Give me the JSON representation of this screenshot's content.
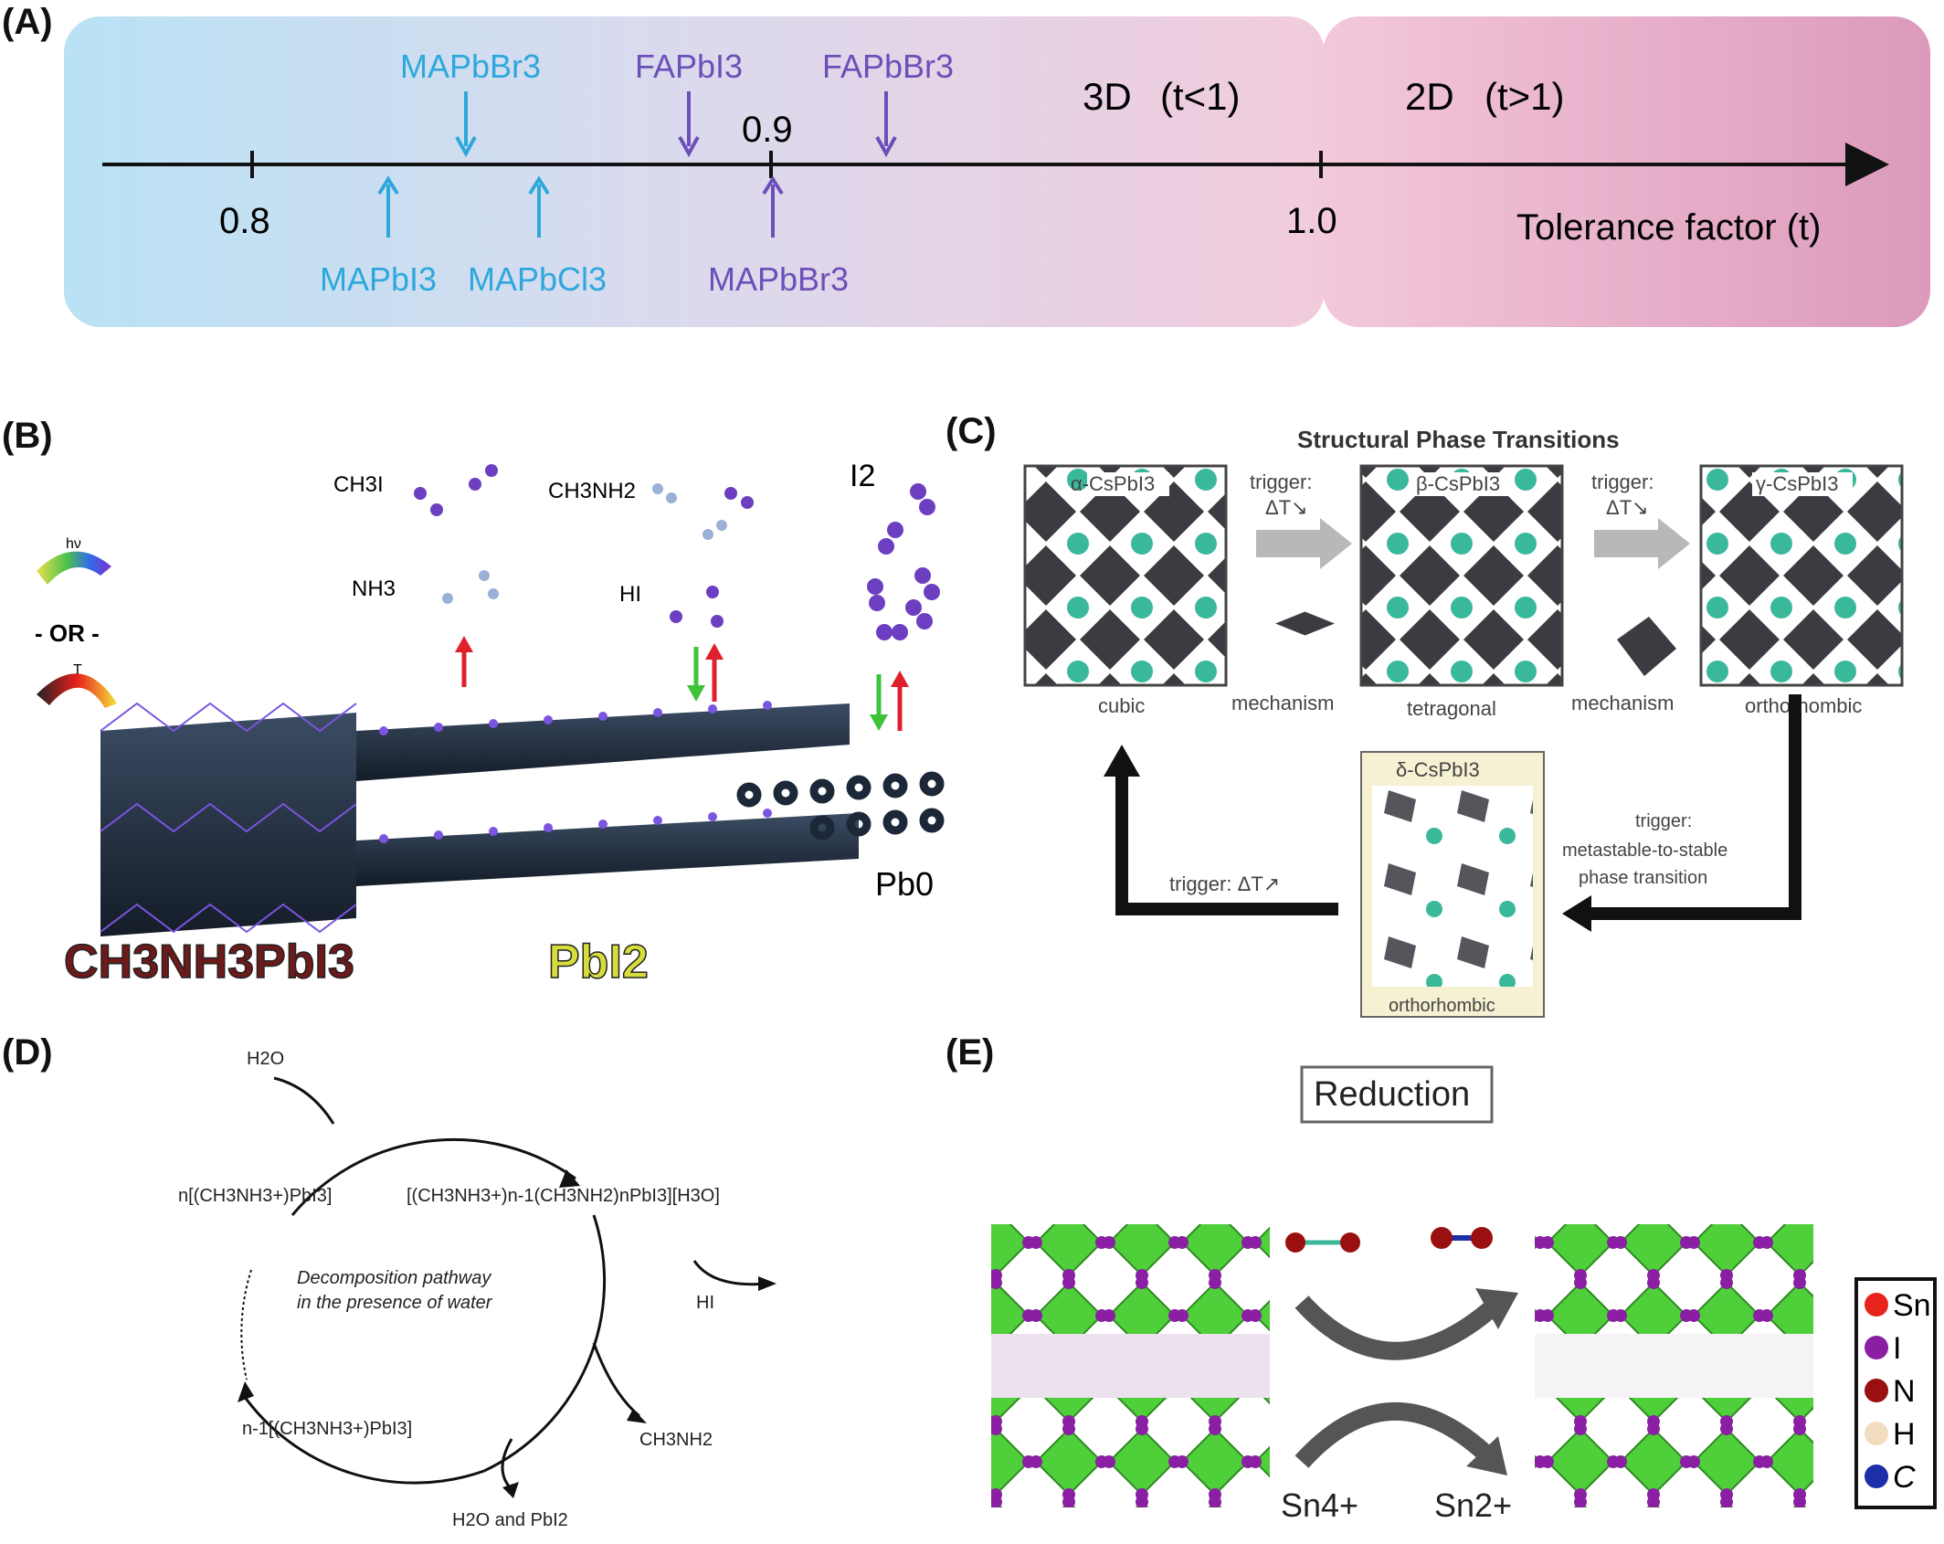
{
  "panels": {
    "a": "(A)",
    "b": "(B)",
    "c": "(C)",
    "d": "(D)",
    "e": "(E)"
  },
  "panel_a": {
    "region_3d": "3D",
    "region_3d_cond": "(t<1)",
    "region_2d": "2D",
    "region_2d_cond": "(t>1)",
    "tick_08": "0.8",
    "tick_09": "0.9",
    "tick_10": "1.0",
    "axis_label": "Tolerance factor (t)",
    "top_labels": [
      "MAPbBr3",
      "FAPbI3",
      "FAPbBr3"
    ],
    "bottom_labels": [
      "MAPbI3",
      "MAPbCl3",
      "MAPbBr3"
    ],
    "colors": {
      "cyan": "#2ea8dc",
      "purple": "#6c4fb8",
      "blue_bg": "#bfe3f3",
      "pink_bg": "#e6a9c4"
    }
  },
  "panel_b": {
    "hv": "hν",
    "or": "- OR -",
    "t": "T",
    "ch3i": "CH3I",
    "ch3nh2": "CH3NH2",
    "i2": "I2",
    "nh3": "NH3",
    "hi": "HI",
    "pb0": "Pb0",
    "mapi": "CH3NH3PbI3",
    "pbi2": "PbI2"
  },
  "panel_c": {
    "title": "Structural Phase Transitions",
    "alpha": "α-CsPbI3",
    "beta": "β-CsPbI3",
    "gamma": "γ-CsPbI3",
    "delta": "δ-CsPbI3",
    "cubic": "cubic",
    "tetragonal": "tetragonal",
    "orthorhombic": "orthorhombic",
    "orthorhombic2": "orthorhombic",
    "trigger": "trigger:",
    "dt_down": "ΔT↘",
    "mechanism": "mechanism",
    "trigger_meta": "trigger:",
    "meta1": "metastable-to-stable",
    "meta2": "phase transition",
    "trigger_up": "trigger: ΔT↗"
  },
  "panel_d": {
    "h2o": "H2O",
    "left_species": "n[(CH3NH3+)PbI3]",
    "right_species": "[(CH3NH3+)n-1(CH3NH2)nPbI3][H3O]",
    "center1": "Decomposition pathway",
    "center2": "in the presence of water",
    "hi": "HI",
    "ch3nh2": "CH3NH2",
    "bottom_left": "n-1[(CH3NH3+)PbI3]",
    "bottom": "H2O and PbI2"
  },
  "panel_e": {
    "title": "Reduction",
    "sn4": "Sn4+",
    "sn2": "Sn2+",
    "legend": [
      "Sn",
      "I",
      "N",
      "H",
      "C"
    ],
    "legend_colors": [
      "#e8231c",
      "#8a1fa3",
      "#9a0f10",
      "#f2dcc0",
      "#1c2fa8"
    ]
  }
}
